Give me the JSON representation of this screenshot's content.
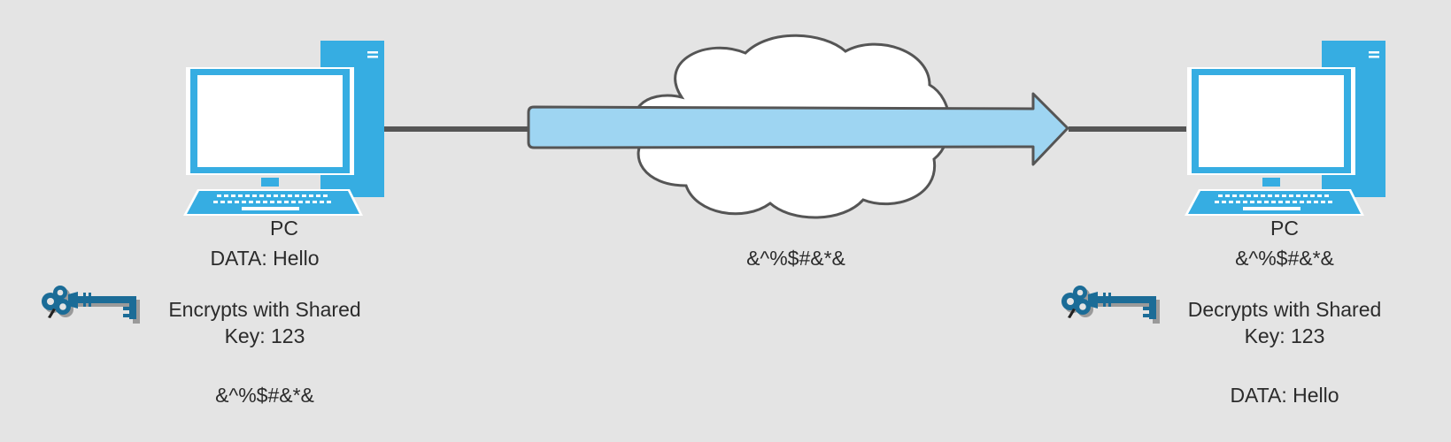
{
  "colors": {
    "background": "#e4e4e4",
    "computer_blue": "#36ade2",
    "arrow_fill": "#9ed5f2",
    "outline": "#555555",
    "key_blue": "#1b6c97",
    "text": "#2b2b2b"
  },
  "sender": {
    "pc_label": "PC",
    "data_label": "DATA: Hello",
    "key_icon": "key-icon",
    "action_line1": "Encrypts with Shared",
    "action_line2": "Key: 123",
    "result": "&^%$#&*&"
  },
  "network": {
    "cloud_icon": "cloud-icon",
    "transit_data": "&^%$#&*&"
  },
  "receiver": {
    "pc_label": "PC",
    "received_data": "&^%$#&*&",
    "key_icon": "key-icon",
    "action_line1": "Decrypts with Shared",
    "action_line2": "Key: 123",
    "result": "DATA: Hello"
  }
}
